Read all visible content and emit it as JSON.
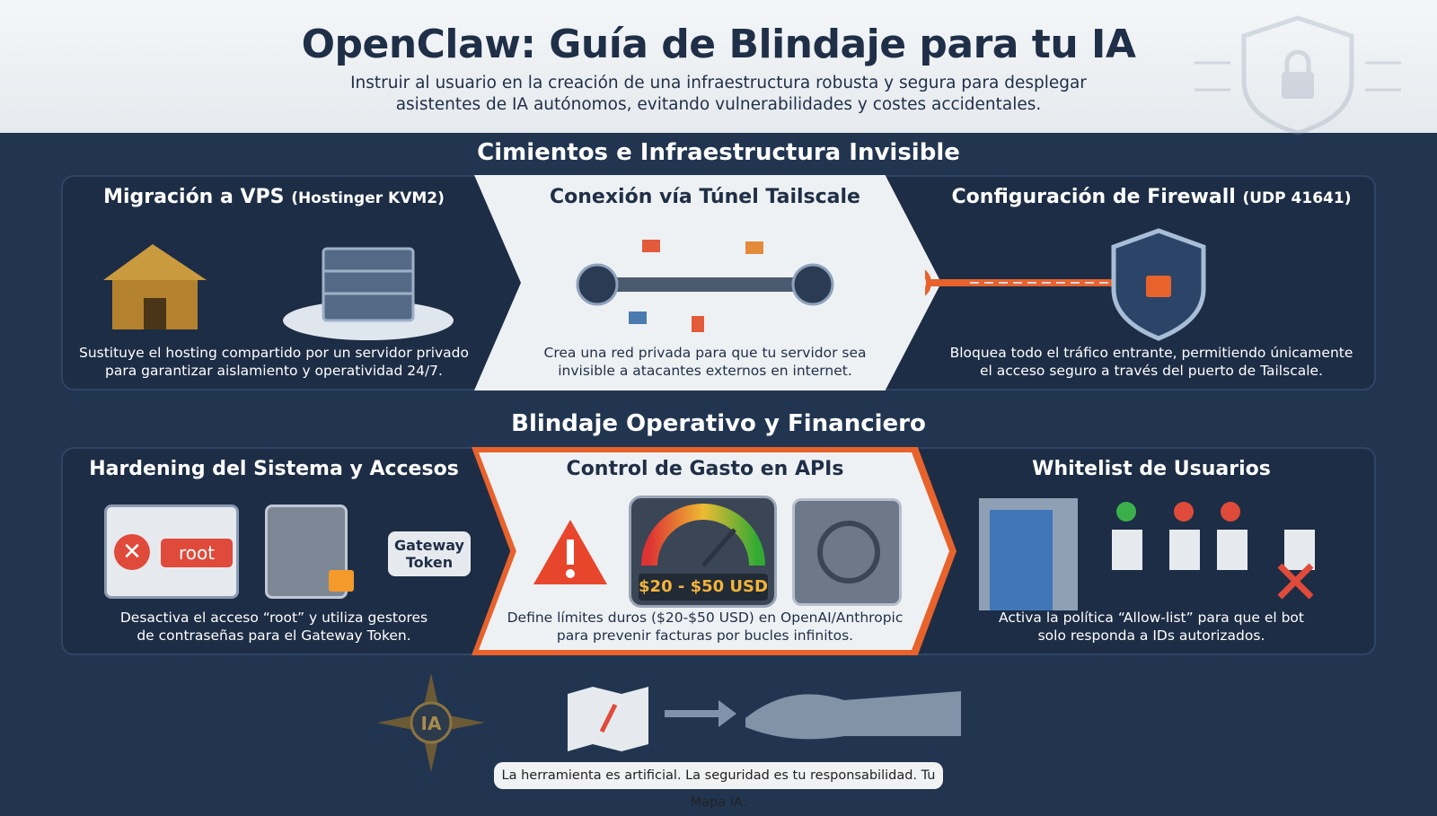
{
  "header": {
    "title": "OpenClaw: Guía de Blindaje para tu IA",
    "subtitle_line1": "Instruir al usuario en la creación de una infraestructura robusta y segura para desplegar",
    "subtitle_line2": "asistentes de IA autónomos, evitando vulnerabilidades y costes accidentales."
  },
  "section1": {
    "title": "Cimientos e Infraestructura Invisible",
    "panels": [
      {
        "title": "Migración a VPS",
        "title_note": "(Hostinger KVM2)",
        "desc1": "Sustituye el hosting compartido por un servidor privado",
        "desc2": "para garantizar aislamiento y operatividad 24/7."
      },
      {
        "title": "Conexión vía Túnel Tailscale",
        "desc1": "Crea una red privada para que tu servidor sea",
        "desc2": "invisible a atacantes externos en internet."
      },
      {
        "title": "Configuración de Firewall",
        "title_note": "(UDP 41641)",
        "desc1": "Bloquea todo el tráfico entrante, permitiendo únicamente",
        "desc2": "el acceso seguro a través del puerto de Tailscale."
      }
    ]
  },
  "section2": {
    "title": "Blindaje Operativo y Financiero",
    "panels": [
      {
        "title": "Hardening del Sistema y Accesos",
        "root_label": "root",
        "token_label1": "Gateway",
        "token_label2": "Token",
        "desc1": "Desactiva el acceso “root” y utiliza gestores",
        "desc2": "de contraseñas para el Gateway Token."
      },
      {
        "title": "Control de Gasto en APIs",
        "gauge_label": "$20 - $50 USD",
        "desc1": "Define límites duros ($20-$50 USD) en OpenAI/Anthropic",
        "desc2": "para prevenir facturas por bucles infinitos."
      },
      {
        "title": "Whitelist de Usuarios",
        "desc1": "Activa la política “Allow-list” para que el bot",
        "desc2": "solo responda a IDs autorizados."
      }
    ]
  },
  "footer": {
    "text": "La herramienta es artificial. La seguridad es tu responsabilidad. Tu Mapa IA.",
    "compass_label": "IA"
  },
  "colors": {
    "navy": "#223550",
    "accent_orange": "#e8622c",
    "light_panel": "#eef1f4"
  }
}
